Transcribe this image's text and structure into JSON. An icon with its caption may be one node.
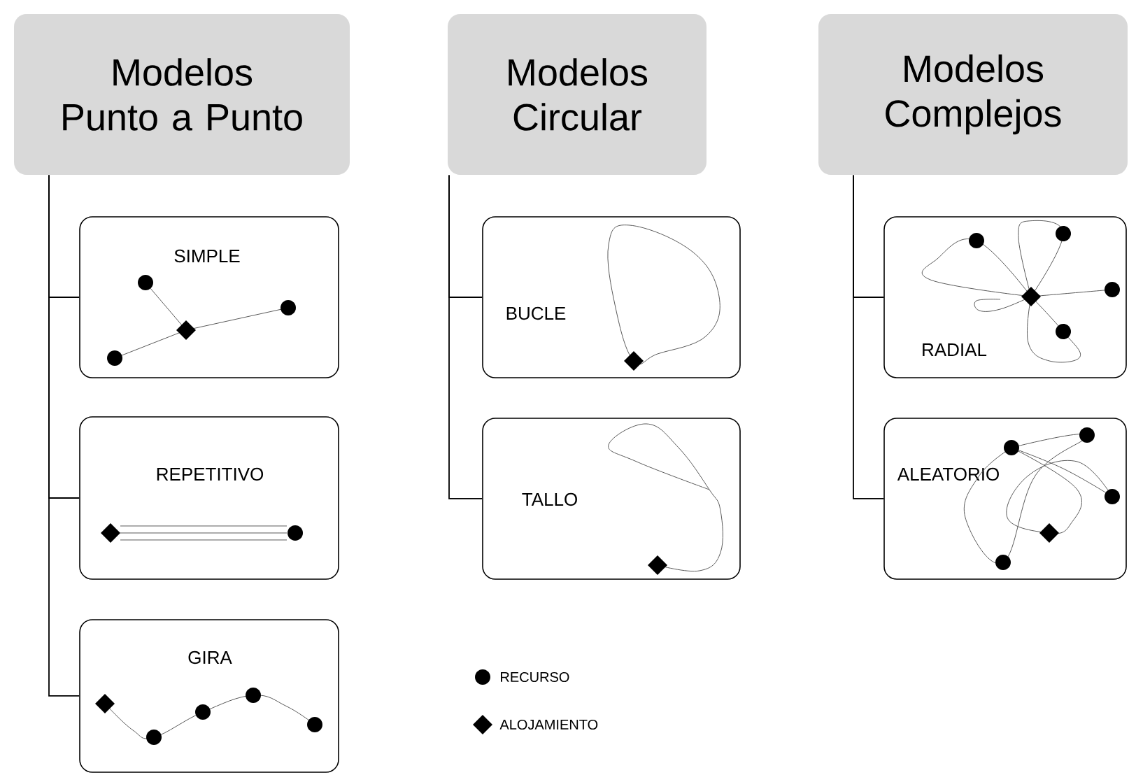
{
  "diagram": {
    "nodes": [
      {
        "text": [
          "Modelos Punto a Punto"
        ]
      },
      {
        "text": [
          "Modelos Circular"
        ]
      },
      {
        "text": [
          "Modelos Complejos"
        ]
      },
      {
        "text": [
          "SIMPLE"
        ]
      },
      {
        "text": [
          "REPETITIVO"
        ]
      },
      {
        "text": [
          "GIRA"
        ]
      },
      {
        "text": [
          "BUCLE"
        ]
      },
      {
        "text": [
          "TALLO"
        ]
      },
      {
        "text": [
          "RADIAL"
        ]
      },
      {
        "text": [
          "ALEATORIO"
        ]
      }
    ],
    "edges": [
      {
        "from": 0,
        "to": 3,
        "arrow": "none"
      },
      {
        "from": 0,
        "to": 4,
        "arrow": "none"
      },
      {
        "from": 0,
        "to": 5,
        "arrow": "none"
      },
      {
        "from": 1,
        "to": 6,
        "arrow": "none"
      },
      {
        "from": 1,
        "to": 7,
        "arrow": "none"
      },
      {
        "from": 2,
        "to": 8,
        "arrow": "none"
      },
      {
        "from": 2,
        "to": 9,
        "arrow": "none"
      }
    ],
    "legend": [
      {
        "text": "RECURSO"
      },
      {
        "text": "ALOJAMIENTO"
      }
    ]
  }
}
